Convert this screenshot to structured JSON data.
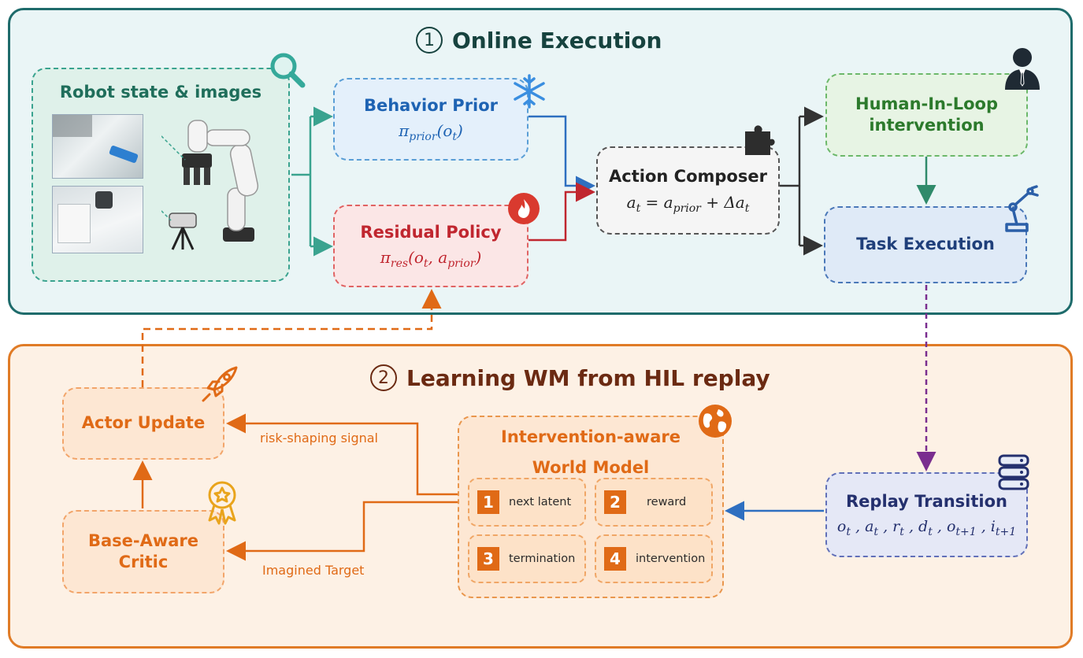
{
  "sections": {
    "online": {
      "number": "1",
      "title": "Online Execution"
    },
    "learning": {
      "number": "2",
      "title": "Learning WM from HIL replay"
    }
  },
  "nodes": {
    "robot": {
      "label": "Robot state & images"
    },
    "behavior": {
      "label": "Behavior Prior",
      "formula": "π_prior(o_t)"
    },
    "residual": {
      "label": "Residual Policy",
      "formula": "π_res(o_t, a_prior)"
    },
    "composer": {
      "label": "Action Composer",
      "formula": "a_t = a_prior + Δa_t"
    },
    "hil": {
      "label_line1": "Human-In-Loop",
      "label_line2": "intervention"
    },
    "task": {
      "label": "Task Execution"
    },
    "actor": {
      "label": "Actor Update"
    },
    "critic": {
      "label_line1": "Base-Aware",
      "label_line2": "Critic"
    },
    "world_model": {
      "label_line1": "Intervention-aware",
      "label_line2": "World Model"
    },
    "replay": {
      "label": "Replay Transition",
      "formula": "o_t , a_t , r_t , d_t , o_t+1 , i_t+1"
    }
  },
  "world_model_heads": [
    {
      "num": "1",
      "label": "next latent"
    },
    {
      "num": "2",
      "label": "reward"
    },
    {
      "num": "3",
      "label": "termination"
    },
    {
      "num": "4",
      "label": "intervention"
    }
  ],
  "edge_labels": {
    "risk": "risk-shaping signal",
    "imagined": "Imagined Target"
  },
  "icons": {
    "robot": "magnifier-icon",
    "behavior": "snowflake-icon",
    "residual": "flame-icon",
    "composer": "puzzle-icon",
    "hil": "person-icon",
    "task": "robot-arm-icon",
    "actor": "rocket-icon",
    "critic": "award-icon",
    "world_model": "globe-icon",
    "replay": "database-icon"
  },
  "colors": {
    "online_border": "#1e6b6b",
    "learning_border": "#e07b26",
    "behavior": "#1e63b3",
    "residual": "#c0262f",
    "orange": "#e06a16",
    "replay_flow": "#7a2e8f"
  }
}
